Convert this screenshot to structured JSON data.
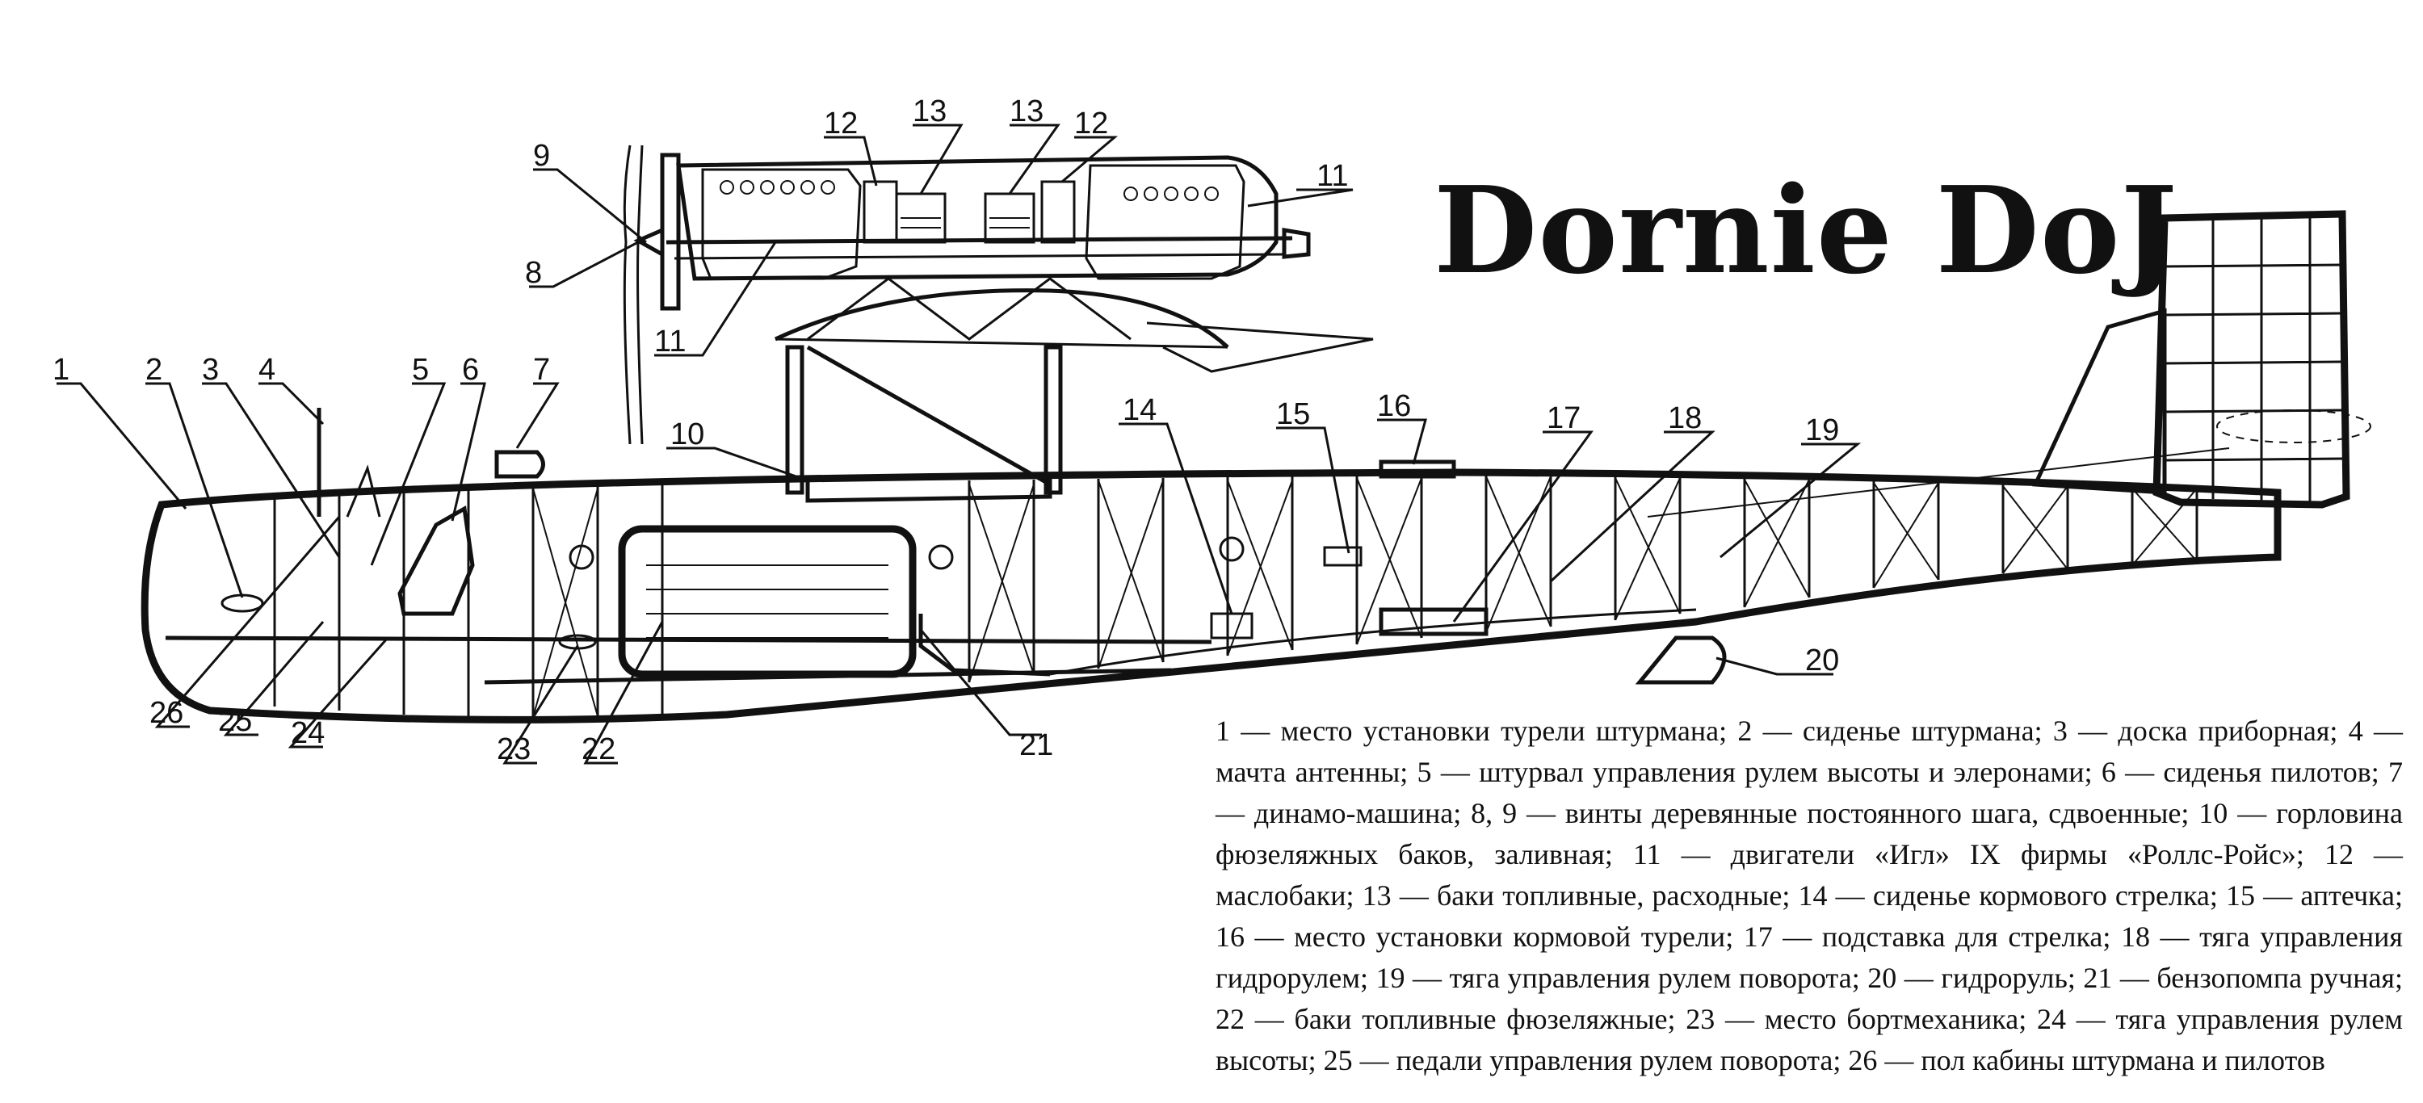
{
  "title": "Dornie  DoJ",
  "callouts": [
    "1",
    "2",
    "3",
    "4",
    "5",
    "6",
    "7",
    "8",
    "9",
    "10",
    "11",
    "11",
    "12",
    "12",
    "13",
    "13",
    "14",
    "15",
    "16",
    "17",
    "18",
    "19",
    "20",
    "21",
    "22",
    "23",
    "24",
    "25",
    "26"
  ],
  "legend": "1 — место установки турели штурмана; 2 — сиденье штурмана; 3 — доска приборная; 4 — мачта антенны; 5 — штурвал управления рулем высоты и элеронами; 6 — сиденья пилотов; 7 — динамо-машина; 8, 9 — винты деревянные постоянного шага, сдвоенные; 10 — горловина фюзеляжных баков, заливная; 11 — двигатели «Игл» IX фирмы «Роллс-Ройс»; 12 — маслобаки; 13 — баки топливные, расходные; 14 — сиденье кормового стрелка; 15 — аптечка; 16 — место установки кормовой турели; 17 — подставка для стрелка; 18 — тяга управления гидрорулем; 19 — тяга управления рулем поворота; 20 — гидроруль; 21 — бензопомпа ручная; 22 — баки топливные фюзеляжные; 23 — место бортмеханика; 24 — тяга управления рулем высоты; 25 — педали управления рулем поворота; 26 — пол кабины штурмана и пилотов"
}
